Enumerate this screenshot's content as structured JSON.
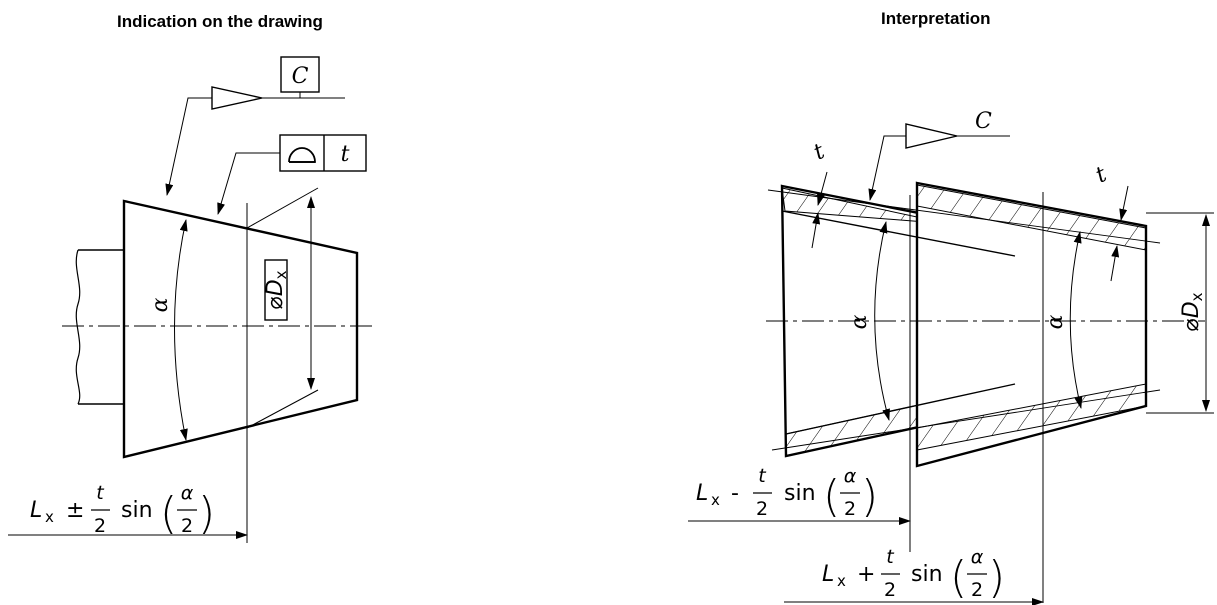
{
  "headings": {
    "left": "Indication on the drawing",
    "right": "Interpretation"
  },
  "datum": {
    "letter": "C"
  },
  "tolerance_frame": {
    "symbol_name": "profile-of-surface-icon",
    "value": "t"
  },
  "symbols": {
    "alpha": "α",
    "t": "t",
    "diameter_prefix": "⌀",
    "D": "D",
    "x": "x",
    "L": "L"
  },
  "formulas": {
    "left": {
      "L": "L",
      "sub": "x",
      "op": "±",
      "num": "t",
      "den": "2",
      "fn": "sin",
      "anum": "α",
      "aden": "2"
    },
    "right_minus": {
      "L": "L",
      "sub": "x",
      "op": "-",
      "num": "t",
      "den": "2",
      "fn": "sin",
      "anum": "α",
      "aden": "2"
    },
    "right_plus": {
      "L": "L",
      "sub": "x",
      "op": "+",
      "num": "t",
      "den": "2",
      "fn": "sin",
      "anum": "α",
      "aden": "2"
    }
  }
}
